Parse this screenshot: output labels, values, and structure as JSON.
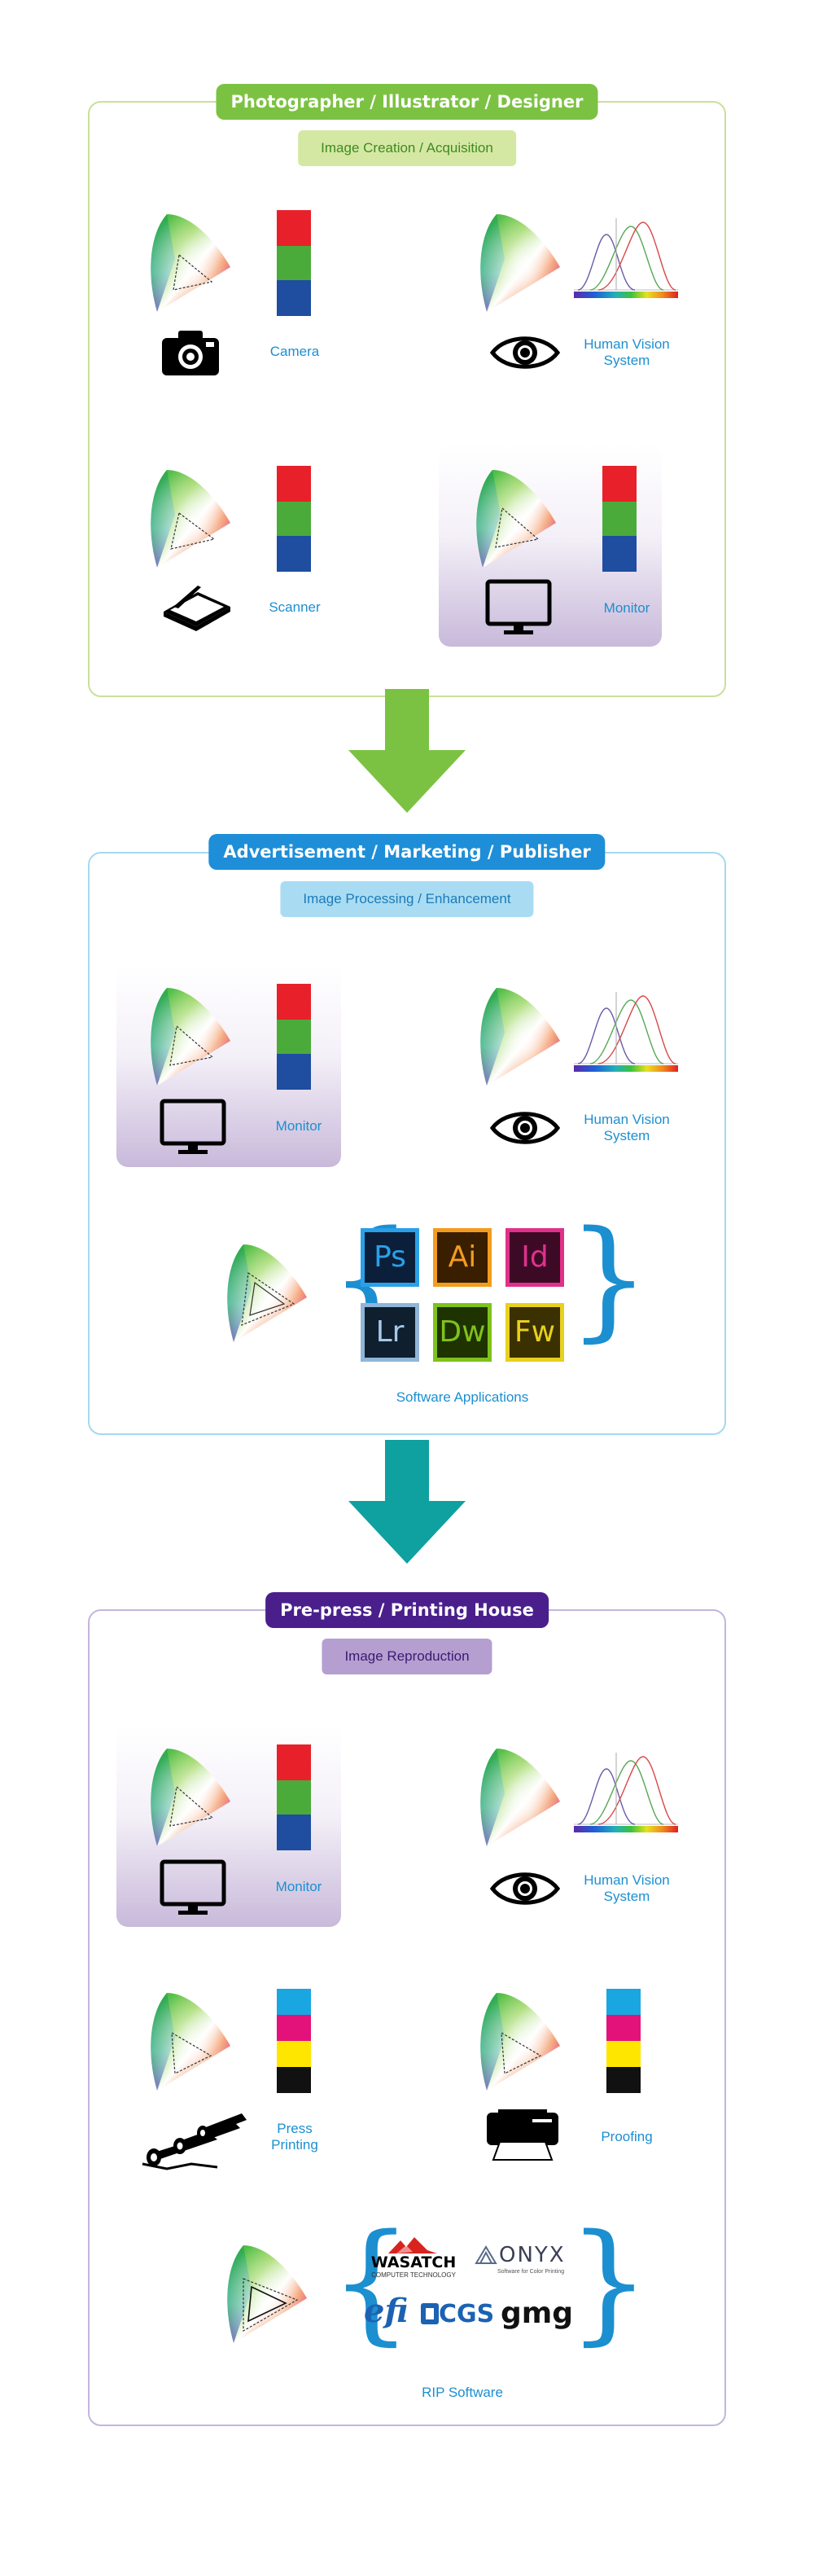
{
  "sections": [
    {
      "title": "Photographer / Illustrator / Designer",
      "subtitle": "Image Creation / Acquisition",
      "colors": {
        "title_bg": "#7cc242",
        "sub_bg": "#d4e8a3",
        "sub_text": "#3f8a22",
        "border": "#c9e09a"
      },
      "items": {
        "camera": "Camera",
        "human_vision": "Human Vision System",
        "scanner": "Scanner",
        "monitor": "Monitor"
      }
    },
    {
      "title": "Advertisement / Marketing / Publisher",
      "subtitle": "Image Processing / Enhancement",
      "colors": {
        "title_bg": "#1e8ed8",
        "sub_bg": "#a9dcf3",
        "sub_text": "#1c7bb8",
        "border": "#a6d9ee"
      },
      "items": {
        "monitor": "Monitor",
        "human_vision": "Human Vision System",
        "software": "Software Applications"
      },
      "apps": [
        {
          "abbr": "Ps",
          "bg": "#0c1f3a",
          "border": "#2aa0e8",
          "text": "#2aa0e8"
        },
        {
          "abbr": "Ai",
          "bg": "#3a1e00",
          "border": "#f39c1e",
          "text": "#f39c1e"
        },
        {
          "abbr": "Id",
          "bg": "#3d0a26",
          "border": "#e0318a",
          "text": "#e0318a"
        },
        {
          "abbr": "Lr",
          "bg": "#0f1f2e",
          "border": "#8fb5d8",
          "text": "#a6c9ea"
        },
        {
          "abbr": "Dw",
          "bg": "#1f3300",
          "border": "#7fc21c",
          "text": "#7fc21c"
        },
        {
          "abbr": "Fw",
          "bg": "#3a3000",
          "border": "#e8d01e",
          "text": "#e8d01e"
        }
      ]
    },
    {
      "title": "Pre-press / Printing House",
      "subtitle": "Image Reproduction",
      "colors": {
        "title_bg": "#4a1f8c",
        "sub_bg": "#b59fd1",
        "sub_text": "#3b1a70",
        "border": "#c3b6db"
      },
      "items": {
        "monitor": "Monitor",
        "human_vision": "Human Vision System",
        "press": "Press Printing",
        "proofing": "Proofing",
        "rip": "RIP Software"
      },
      "logos": {
        "wasatch": "WASATCH",
        "wasatch_sub": "COMPUTER TECHNOLOGY",
        "onyx": "ONYX",
        "onyx_sub": "Software for Color Printing",
        "efi": "efi",
        "cgs": "CGS",
        "gmg": "gmg"
      }
    }
  ],
  "arrows": [
    {
      "color": "#7cc242"
    },
    {
      "color": "#0fa0a0"
    }
  ],
  "colors": {
    "rgb": [
      "#e8202a",
      "#4bab3a",
      "#1f4da0"
    ],
    "cmyk": [
      "#1aa6e0",
      "#e2127a",
      "#ffe600",
      "#111111"
    ],
    "label": "#1c8fd0"
  }
}
